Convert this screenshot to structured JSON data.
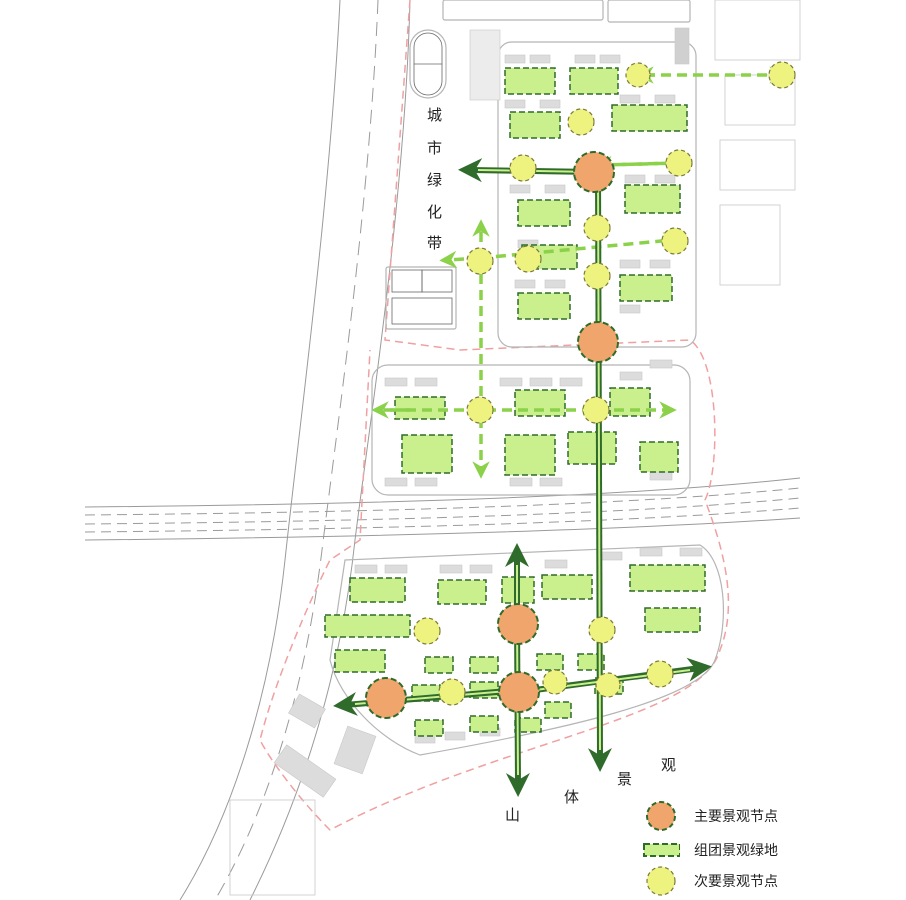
{
  "labels": {
    "city_green_belt": [
      "城",
      "市",
      "绿",
      "化",
      "带"
    ],
    "mountain_view": [
      "山",
      "体",
      "景",
      "观"
    ]
  },
  "legend": {
    "primary_node": "主要景观节点",
    "cluster_green": "组团景观绿地",
    "secondary_node": "次要景观节点"
  },
  "colors": {
    "primary_node": "#f0a56c",
    "secondary_node": "#eef27e",
    "cluster_green": "#c9f08c",
    "primary_axis": "#2f6b2a",
    "secondary_axis": "#8bd14a",
    "site_boundary": "#f0a0a0"
  }
}
